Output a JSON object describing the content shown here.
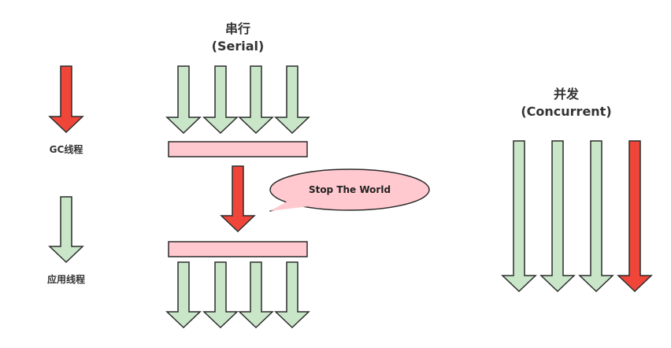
{
  "serial": {
    "title_cn": "串行",
    "title_en": "(Serial)"
  },
  "concurrent": {
    "title_cn": "并发",
    "title_en": "(Concurrent)"
  },
  "legend": {
    "gc_thread": "GC线程",
    "app_thread": "应用线程"
  },
  "callout": {
    "text": "Stop The World"
  },
  "colors": {
    "gc_arrow": "#f0463a",
    "app_arrow": "#c9e6c9",
    "arrow_stroke": "#2b2b2b",
    "pause_bar": "#ffc9cf",
    "bubble": "#ffc9cf"
  },
  "icons": {
    "gc_arrow": "red-down-arrow-icon",
    "app_arrow": "green-down-arrow-icon"
  }
}
